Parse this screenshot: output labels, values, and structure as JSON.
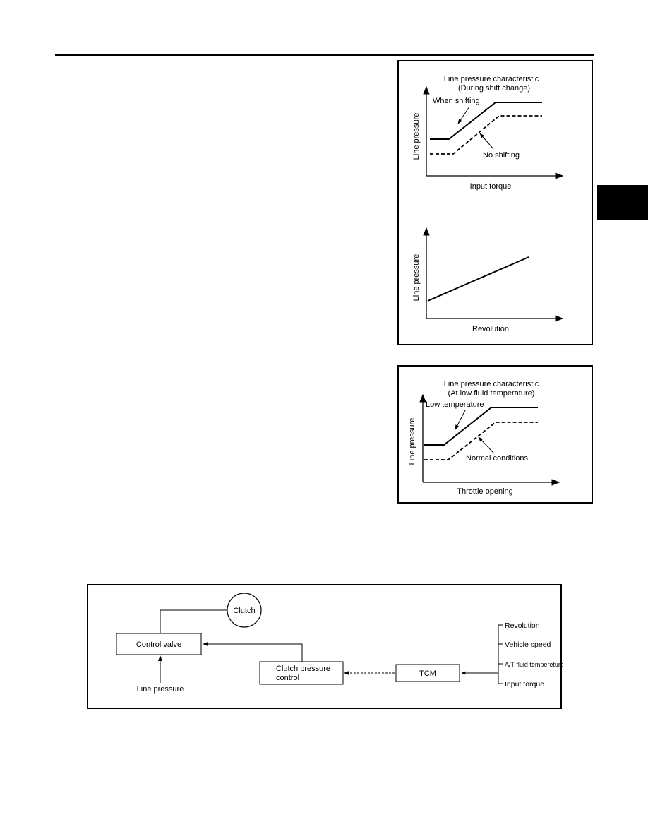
{
  "figure1": {
    "title_line1": "Line pressure characteristic",
    "title_line2": "(During shift change)",
    "ylabel": "Line pressure",
    "xlabel": "Input torque",
    "label_when": "When shifting",
    "label_no": "No shifting",
    "ylabel2": "Line pressure",
    "xlabel2": "Revolution"
  },
  "figure2": {
    "title_line1": "Line pressure characteristic",
    "title_line2": "(At low fluid temperature)",
    "ylabel": "Line pressure",
    "xlabel": "Throttle opening",
    "label_low": "Low temperature",
    "label_normal": "Normal conditions"
  },
  "diagram": {
    "clutch": "Clutch",
    "control_valve": "Control valve",
    "line_pressure": "Line pressure",
    "cpc_line1": "Clutch pressure",
    "cpc_line2": "control",
    "tcm": "TCM",
    "inputs": [
      "Revolution",
      "Vehicle speed",
      "A/T fluid tempereture",
      "Input torque"
    ]
  }
}
